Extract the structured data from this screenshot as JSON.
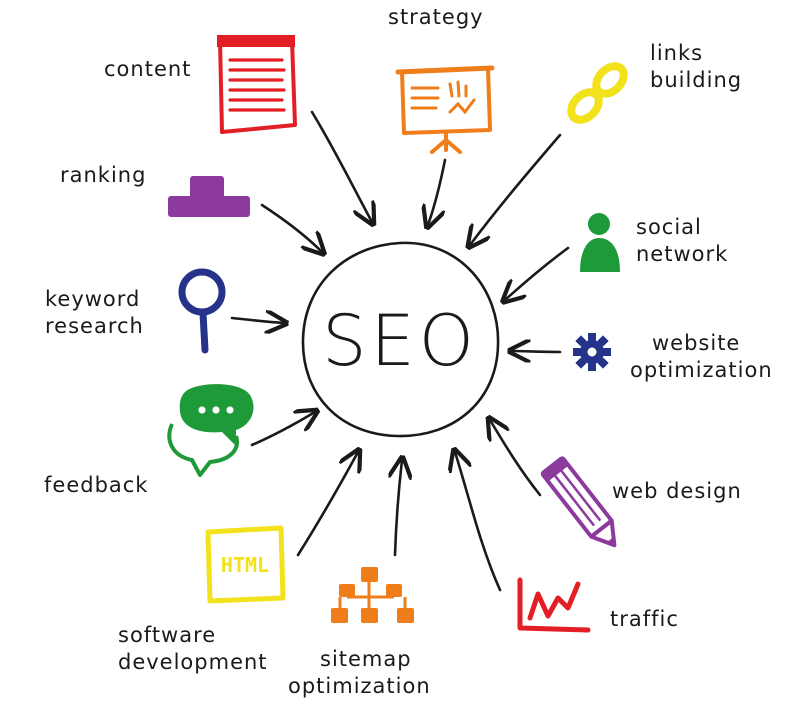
{
  "center": {
    "text": "SEO"
  },
  "topics": [
    {
      "id": "content",
      "lines": [
        "content"
      ],
      "icon": "notepad-icon",
      "color": "#e31e24"
    },
    {
      "id": "strategy",
      "lines": [
        "strategy"
      ],
      "icon": "presentation-board-icon",
      "color": "#ef7d1a"
    },
    {
      "id": "links-building",
      "lines": [
        "links",
        "building"
      ],
      "icon": "chain-link-icon",
      "color": "#f2e21b"
    },
    {
      "id": "ranking",
      "lines": [
        "ranking"
      ],
      "icon": "podium-icon",
      "color": "#8c3a9e"
    },
    {
      "id": "social-network",
      "lines": [
        "social",
        "network"
      ],
      "icon": "person-icon",
      "color": "#1f9a38"
    },
    {
      "id": "keyword-research",
      "lines": [
        "keyword",
        "research"
      ],
      "icon": "magnifier-icon",
      "color": "#26338a"
    },
    {
      "id": "website-optimization",
      "lines": [
        "website",
        "optimization"
      ],
      "icon": "gear-icon",
      "color": "#26338a"
    },
    {
      "id": "feedback",
      "lines": [
        "feedback"
      ],
      "icon": "speech-bubbles-icon",
      "color": "#1f9a38"
    },
    {
      "id": "web-design",
      "lines": [
        "web design"
      ],
      "icon": "pencil-icon",
      "color": "#8c3a9e"
    },
    {
      "id": "software-development",
      "lines": [
        "software",
        "development"
      ],
      "icon": "html-tag-icon",
      "color": "#f2e21b"
    },
    {
      "id": "sitemap-optimization",
      "lines": [
        "sitemap",
        "optimization"
      ],
      "icon": "sitemap-icon",
      "color": "#ef7d1a"
    },
    {
      "id": "traffic",
      "lines": [
        "traffic"
      ],
      "icon": "line-graph-icon",
      "color": "#e31e24"
    }
  ],
  "icon_texts": {
    "html": "HTML"
  }
}
